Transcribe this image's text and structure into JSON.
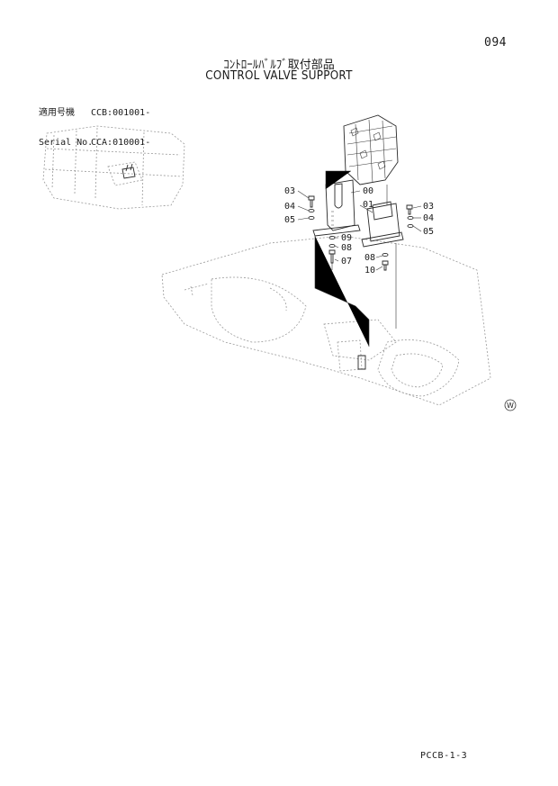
{
  "page_number": "094",
  "title_jp": "ｺﾝﾄﾛｰﾙﾊﾞﾙﾌﾞ取付部品",
  "title_en": "CONTROL VALVE SUPPORT",
  "serial": {
    "jp_label": "適用号機",
    "jp_value": "CCB:001001-",
    "en_label": "Serial No.",
    "en_value": "CCA:010001-"
  },
  "callouts": {
    "c03a": "03",
    "c04a": "04",
    "c05a": "05",
    "c00": "00",
    "c01": "01",
    "c03b": "03",
    "c04b": "04",
    "c05b": "05",
    "c09": "09",
    "c08a": "08",
    "c07": "07",
    "c08b": "08",
    "c10": "10"
  },
  "mark": "W",
  "footer_code": "PCCB-1-3"
}
